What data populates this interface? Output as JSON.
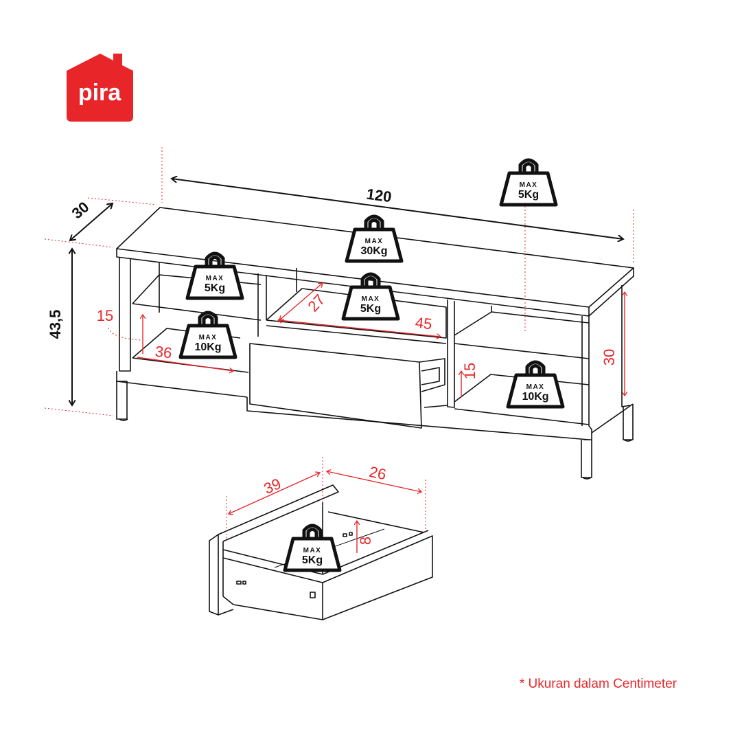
{
  "brand": {
    "name": "pira",
    "color": "#e8262a"
  },
  "colors": {
    "accent_red": "#e8262a",
    "line": "#111111"
  },
  "dimensions": {
    "width": "120",
    "depth": "30",
    "height": "43,5",
    "left_shelf_height": "15",
    "left_shelf_width": "36",
    "drawer_opening_depth": "27",
    "drawer_opening_width": "45",
    "drawer_opening_height": "15",
    "right_compartment_height": "30",
    "drawer_depth": "39",
    "drawer_width": "26",
    "drawer_height": "8"
  },
  "weights": {
    "max_label": "MAX",
    "top_right": "5Kg",
    "top_center": "30Kg",
    "left_upper": "5Kg",
    "left_lower": "10Kg",
    "center_shelf": "5Kg",
    "right_lower": "10Kg",
    "drawer": "5Kg"
  },
  "footnote": "* Ukuran dalam Centimeter"
}
